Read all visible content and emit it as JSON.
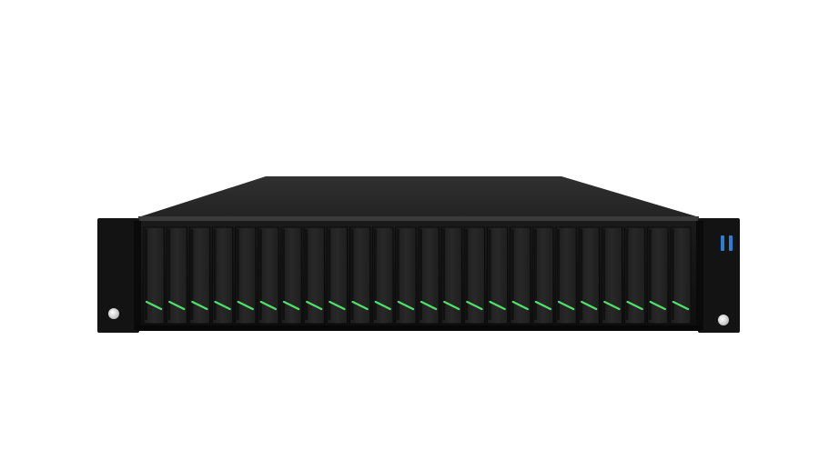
{
  "scene": {
    "subject": "rack-server-2u",
    "background_color": "#ffffff"
  },
  "server": {
    "chassis_color": "#1b1b1b",
    "top_color": "#2b2b2b",
    "drive_bay_count": 24,
    "drive_color": "#222222",
    "drive_led_color": "#4fe36a",
    "status_leds": {
      "count": 2,
      "color": "#2a7fd4",
      "icon": "status-led-icon"
    },
    "ears": {
      "left_icon": "power-button-icon",
      "right_icon": "power-button-icon"
    }
  }
}
